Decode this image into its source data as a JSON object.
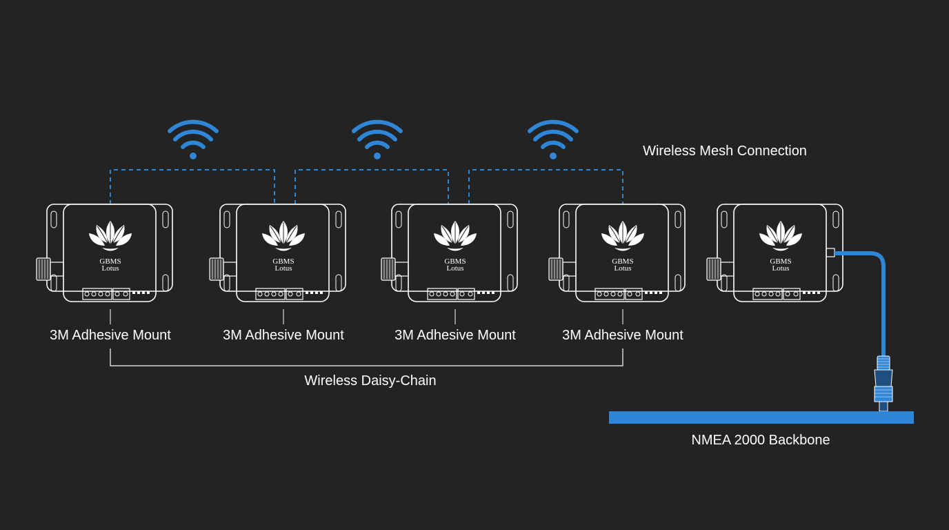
{
  "colors": {
    "background": "#232323",
    "accent_blue": "#2f86d6",
    "line_white": "#ffffff"
  },
  "labels": {
    "mesh_connection": "Wireless Mesh Connection",
    "daisy_chain": "Wireless Daisy-Chain",
    "backbone": "NMEA 2000 Backbone"
  },
  "devices": [
    {
      "brand_line1": "GBMS",
      "brand_line2": "Lotus",
      "mount_label": "3M Adhesive Mount"
    },
    {
      "brand_line1": "GBMS",
      "brand_line2": "Lotus",
      "mount_label": "3M Adhesive Mount"
    },
    {
      "brand_line1": "GBMS",
      "brand_line2": "Lotus",
      "mount_label": "3M Adhesive Mount"
    },
    {
      "brand_line1": "GBMS",
      "brand_line2": "Lotus",
      "mount_label": "3M Adhesive Mount"
    },
    {
      "brand_line1": "GBMS",
      "brand_line2": "Lotus",
      "mount_label": ""
    }
  ],
  "icons": {
    "wifi": "wifi-icon",
    "lotus_logo": "lotus-logo-icon",
    "connector": "m12-connector-icon"
  }
}
